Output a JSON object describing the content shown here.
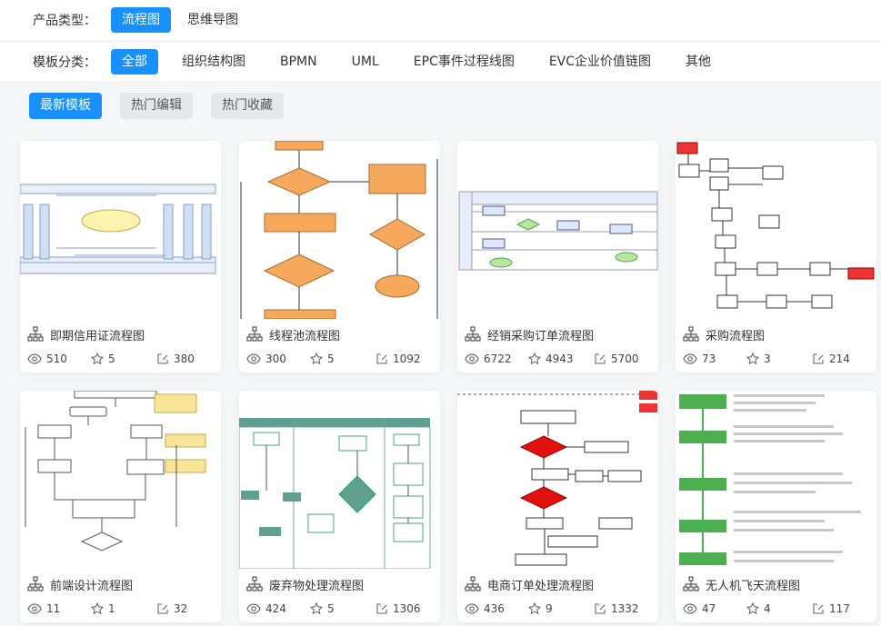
{
  "filters": {
    "product_type": {
      "label": "产品类型：",
      "options": [
        {
          "label": "流程图",
          "active": true
        },
        {
          "label": "思维导图",
          "active": false
        }
      ]
    },
    "template_category": {
      "label": "模板分类：",
      "options": [
        {
          "label": "全部",
          "active": true
        },
        {
          "label": "组织结构图",
          "active": false
        },
        {
          "label": "BPMN",
          "active": false
        },
        {
          "label": "UML",
          "active": false
        },
        {
          "label": "EPC事件过程线图",
          "active": false
        },
        {
          "label": "EVC企业价值链图",
          "active": false
        },
        {
          "label": "其他",
          "active": false
        }
      ]
    },
    "sort": [
      {
        "label": "最新模板",
        "active": true
      },
      {
        "label": "热门编辑",
        "active": false
      },
      {
        "label": "热门收藏",
        "active": false
      }
    ]
  },
  "cards": [
    {
      "title": "即期信用证流程图",
      "views": "510",
      "stars": "5",
      "edits": "380",
      "thumb": "swimlane-blue"
    },
    {
      "title": "线程池流程图",
      "views": "300",
      "stars": "5",
      "edits": "1092",
      "thumb": "orange-flow"
    },
    {
      "title": "经销采购订单流程图",
      "views": "6722",
      "stars": "4943",
      "edits": "5700",
      "thumb": "green-lane"
    },
    {
      "title": "采购流程图",
      "views": "73",
      "stars": "3",
      "edits": "214",
      "thumb": "bw-flow"
    },
    {
      "title": "前端设计流程图",
      "views": "11",
      "stars": "1",
      "edits": "32",
      "thumb": "gray-flow"
    },
    {
      "title": "废弃物处理流程图",
      "views": "424",
      "stars": "5",
      "edits": "1306",
      "thumb": "teal-flow"
    },
    {
      "title": "电商订单处理流程图",
      "views": "436",
      "stars": "9",
      "edits": "1332",
      "thumb": "red-diamond"
    },
    {
      "title": "无人机飞天流程图",
      "views": "47",
      "stars": "4",
      "edits": "117",
      "thumb": "green-steps"
    }
  ],
  "icons": {
    "tree": "flow-tree-icon",
    "views": "eye-icon",
    "stars": "star-icon",
    "edits": "edit-icon"
  },
  "colors": {
    "accent": "#1890ff",
    "pill_bg": "#e6e7ea",
    "page_bg": "#f5f6f8"
  }
}
